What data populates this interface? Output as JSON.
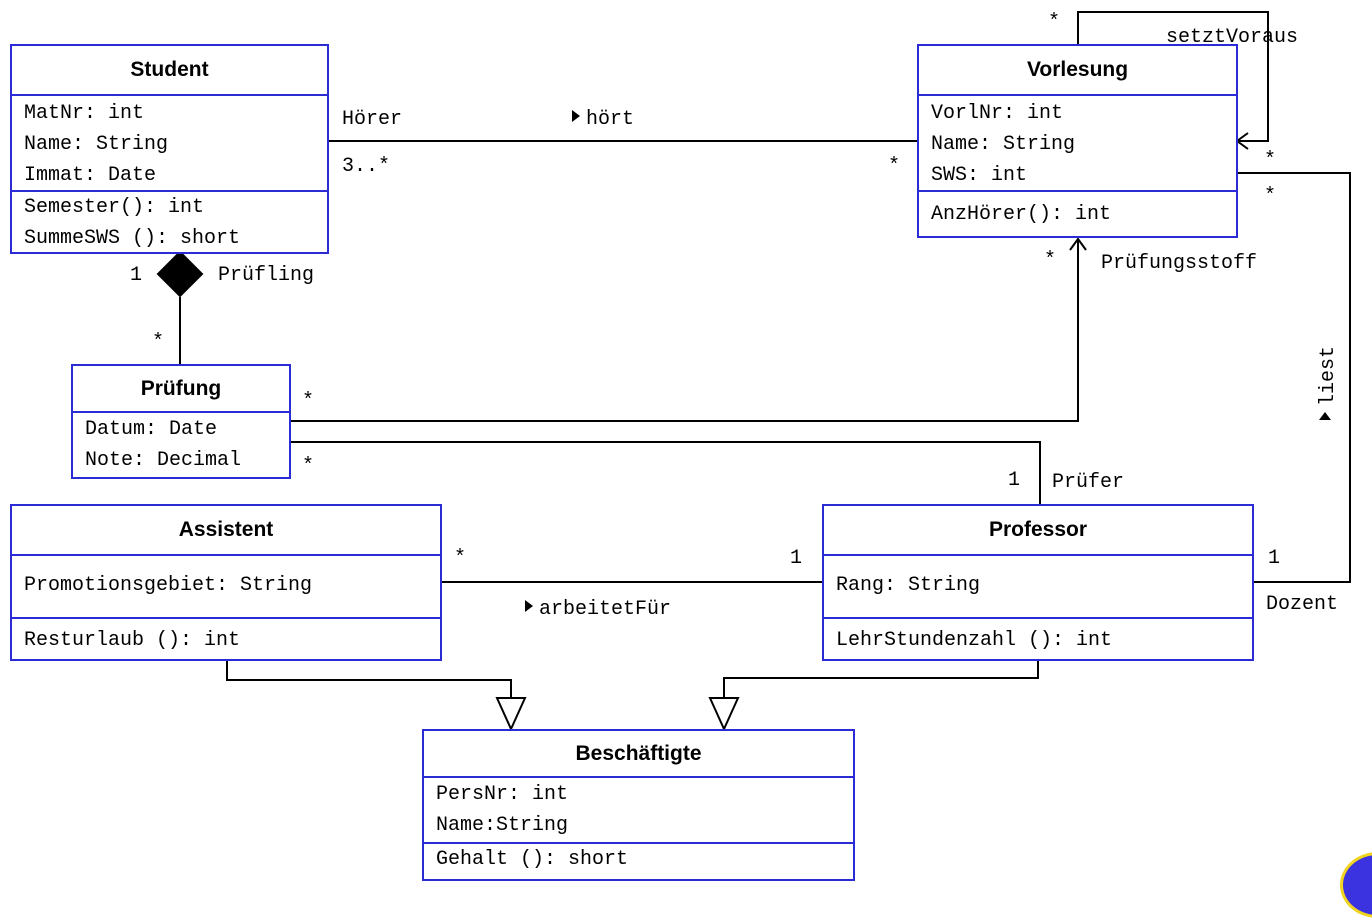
{
  "classes": {
    "student": {
      "name": "Student",
      "attributes": [
        "MatNr: int",
        "Name: String",
        "Immat: Date"
      ],
      "methods": [
        "Semester(): int",
        "SummeSWS (): short"
      ]
    },
    "vorlesung": {
      "name": "Vorlesung",
      "attributes": [
        "VorlNr: int",
        "Name: String",
        "SWS: int"
      ],
      "methods": [
        "AnzHörer(): int"
      ]
    },
    "pruefung": {
      "name": "Prüfung",
      "attributes": [
        "Datum: Date",
        "Note: Decimal"
      ],
      "methods": []
    },
    "assistent": {
      "name": "Assistent",
      "attributes": [
        "Promotionsgebiet: String"
      ],
      "methods": [
        "Resturlaub (): int"
      ]
    },
    "professor": {
      "name": "Professor",
      "attributes": [
        "Rang: String"
      ],
      "methods": [
        "LehrStundenzahl (): int"
      ]
    },
    "beschaeftigte": {
      "name": "Beschäftigte",
      "attributes": [
        "PersNr: int",
        "Name:String"
      ],
      "methods": [
        "Gehalt (): short"
      ]
    }
  },
  "labels": {
    "hoerer_role": "Hörer",
    "hoert": "hört",
    "student_mult": "3..*",
    "vorlesung_hoert_mult": "*",
    "setzt_voraus": "setztVoraus",
    "self_top_mult": "*",
    "self_in_mult": "*",
    "liest_vorl_mult": "*",
    "pruef_one": "1",
    "pruefling": "Prüfling",
    "pruefung_student_mult": "*",
    "pruefstoff_vorl_mult": "*",
    "pruefungsstoff": "Prüfungsstoff",
    "liest": "liest",
    "pruefung_stoff_mult": "*",
    "pruefung_pruefer_mult": "*",
    "pruefer_one": "1",
    "pruefer": "Prüfer",
    "assistent_mult": "*",
    "arbeitet_prof_one": "1",
    "arbeitet_fuer": "arbeitetFür",
    "dozent_one": "1",
    "dozent": "Dozent"
  },
  "colors": {
    "class_border": "#2b2bd6",
    "lines": "#000000",
    "logo_fill": "#3b32e0",
    "logo_ring": "#f0d420"
  }
}
